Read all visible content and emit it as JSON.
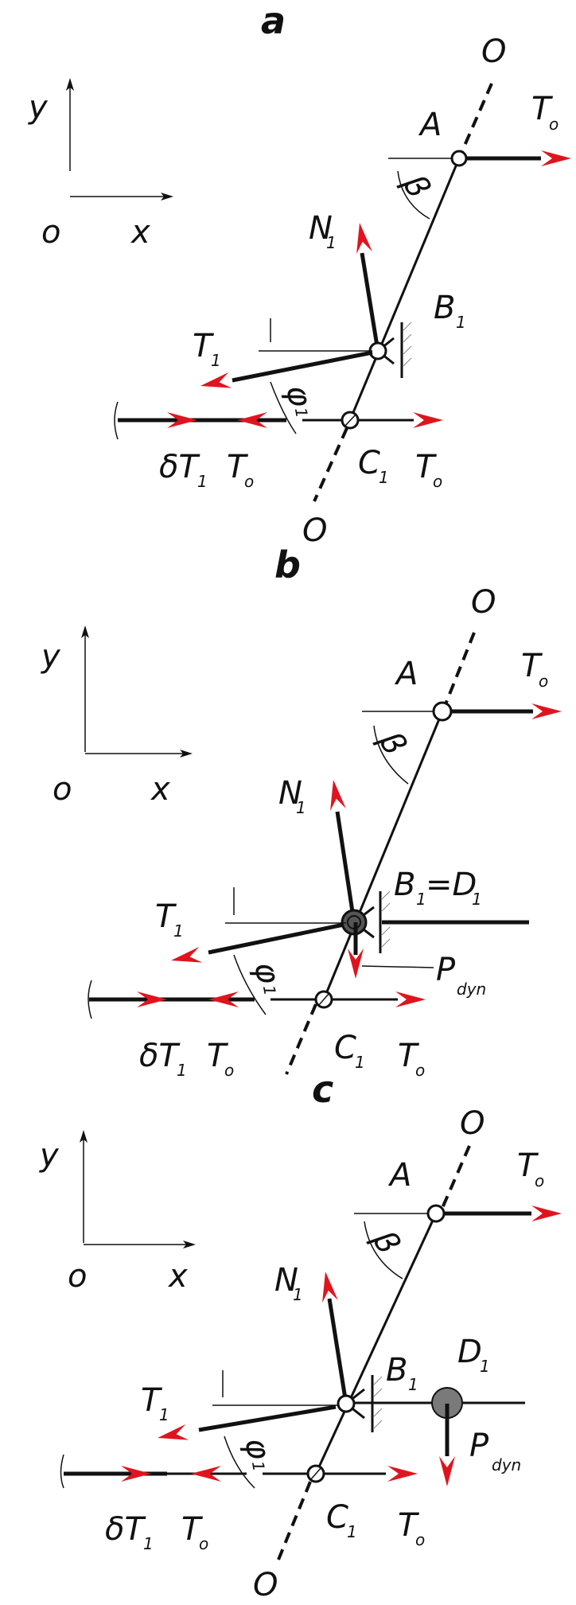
{
  "figure": {
    "colors": {
      "force_arrow": "#e0141e",
      "line": "#111111",
      "mass": "#7a7a7a"
    },
    "panels": [
      {
        "id": "a",
        "title": "a",
        "axes": {
          "y": "y",
          "x": "x",
          "origin": "o"
        },
        "labels": {
          "axis_top": "O",
          "axis_bottom": "O",
          "point_a": "A",
          "force_t0_top": "T",
          "force_t0_top_sub": "o",
          "beta": "β",
          "n1": "N",
          "n1_sub": "1",
          "b1": "B",
          "b1_sub": "1",
          "t1": "T",
          "t1_sub": "1",
          "phi": "φ",
          "phi_sub": "1",
          "c1": "C",
          "c1_sub": "1",
          "dt1": "δT",
          "dt1_sub": "1",
          "t0_left": "T",
          "t0_left_sub": "o",
          "t0_right": "T",
          "t0_right_sub": "o"
        }
      },
      {
        "id": "b",
        "title": "b",
        "axes": {
          "y": "y",
          "x": "x",
          "origin": "o"
        },
        "labels": {
          "axis_top": "O",
          "point_a": "A",
          "force_t0_top": "T",
          "force_t0_top_sub": "o",
          "beta": "β",
          "n1": "N",
          "n1_sub": "1",
          "b1d1": "B",
          "b1d1_sub": "1",
          "b1d1_eq": "=D",
          "b1d1_sub2": "1",
          "t1": "T",
          "t1_sub": "1",
          "phi": "φ",
          "phi_sub": "1",
          "pdyn": "P",
          "pdyn_sub": "dyn",
          "c1": "C",
          "c1_sub": "1",
          "dt1": "δT",
          "dt1_sub": "1",
          "t0_left": "T",
          "t0_left_sub": "o",
          "t0_right": "T",
          "t0_right_sub": "o"
        }
      },
      {
        "id": "c",
        "title": "c",
        "axes": {
          "y": "y",
          "x": "x",
          "origin": "o"
        },
        "labels": {
          "axis_top": "O",
          "axis_bottom": "O",
          "point_a": "A",
          "force_t0_top": "T",
          "force_t0_top_sub": "o",
          "beta": "β",
          "n1": "N",
          "n1_sub": "1",
          "b1": "B",
          "b1_sub": "1",
          "d1": "D",
          "d1_sub": "1",
          "t1": "T",
          "t1_sub": "1",
          "phi": "φ",
          "phi_sub": "1",
          "pdyn": "P",
          "pdyn_sub": "dyn",
          "c1": "C",
          "c1_sub": "1",
          "dt1": "δT",
          "dt1_sub": "1",
          "t0_left": "T",
          "t0_left_sub": "o",
          "t0_right": "T",
          "t0_right_sub": "o"
        }
      }
    ]
  }
}
